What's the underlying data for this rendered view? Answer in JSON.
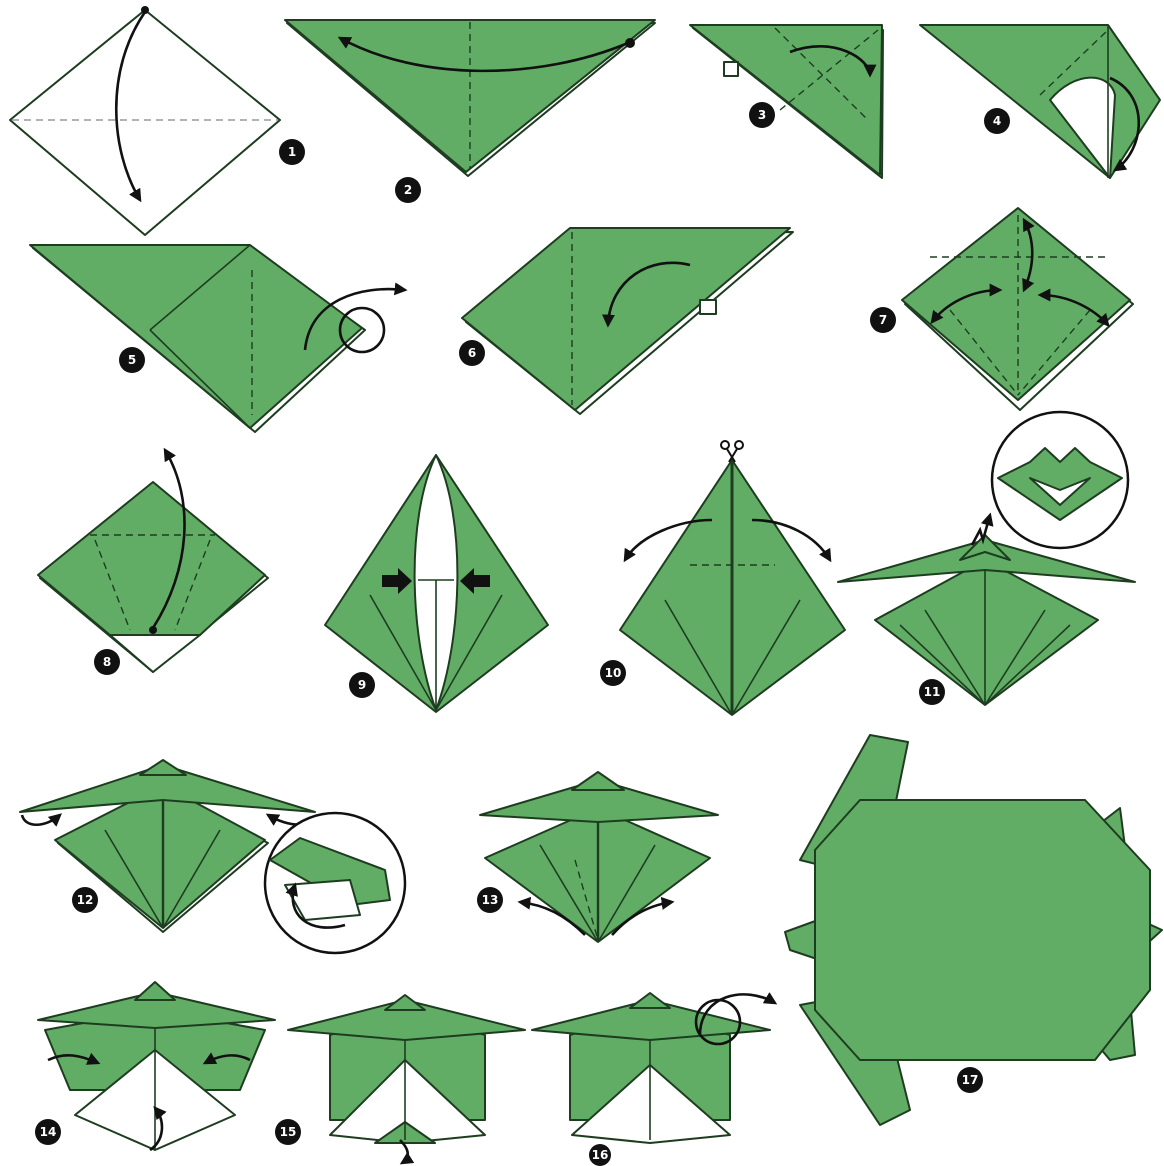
{
  "colors": {
    "paper_green": "#62ad66",
    "outline": "#1e3d20",
    "paper_white": "#ffffff",
    "arrow": "#111111"
  },
  "icons": [
    "fold-arrow-icon",
    "turn-over-icon",
    "scissors-icon",
    "push-arrow-icon",
    "magnify-circle-icon"
  ],
  "steps": [
    {
      "number": "1"
    },
    {
      "number": "2"
    },
    {
      "number": "3"
    },
    {
      "number": "4"
    },
    {
      "number": "5"
    },
    {
      "number": "6"
    },
    {
      "number": "7"
    },
    {
      "number": "8"
    },
    {
      "number": "9"
    },
    {
      "number": "10"
    },
    {
      "number": "11"
    },
    {
      "number": "12"
    },
    {
      "number": "13"
    },
    {
      "number": "14"
    },
    {
      "number": "15"
    },
    {
      "number": "16"
    },
    {
      "number": "17"
    }
  ]
}
